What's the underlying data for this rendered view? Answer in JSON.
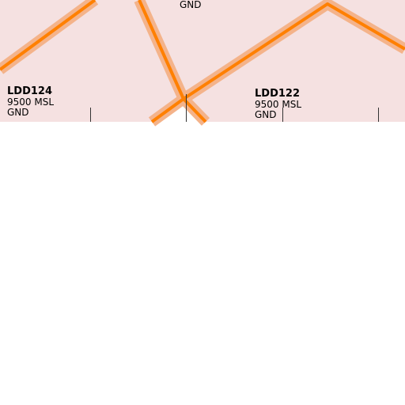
{
  "colors": {
    "airspace_fill": "#f5e1e1",
    "border_halo": "#f4b38a",
    "border_line": "#ff8000",
    "tick": "#333333",
    "background": "#ffffff",
    "text": "#000000"
  },
  "airspaces": [
    {
      "name": "LDD124",
      "upper": "9500 MSL",
      "lower": "GND"
    },
    {
      "name": "LDD122",
      "upper": "9500 MSL",
      "lower": "GND"
    },
    {
      "name": "",
      "upper": "",
      "lower": "GND"
    }
  ]
}
